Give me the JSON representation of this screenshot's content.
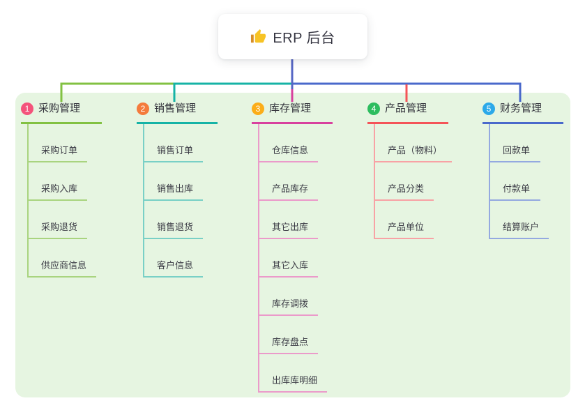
{
  "root": {
    "title": "ERP 后台",
    "icon": "thumbs-up-icon"
  },
  "canvas": {
    "background": "#ffffff",
    "panel_bg": "#e6f5e1"
  },
  "connectors": {
    "root_stem_color": "#5767c5"
  },
  "branches": [
    {
      "index": "1",
      "title": "采购管理",
      "badge_color": "#f4537b",
      "line_color": "#82c142",
      "child_line_color": "#a9d47f",
      "children": [
        "采购订单",
        "采购入库",
        "采购退货",
        "供应商信息"
      ]
    },
    {
      "index": "2",
      "title": "销售管理",
      "badge_color": "#f47b3c",
      "line_color": "#16b3a6",
      "child_line_color": "#79d0c6",
      "children": [
        "销售订单",
        "销售出库",
        "销售退货",
        "客户信息"
      ]
    },
    {
      "index": "3",
      "title": "库存管理",
      "badge_color": "#fbad19",
      "line_color": "#d8419e",
      "child_line_color": "#eb9aca",
      "children": [
        "仓库信息",
        "产品库存",
        "其它出库",
        "其它入库",
        "库存调拨",
        "库存盘点",
        "出库库明细"
      ]
    },
    {
      "index": "4",
      "title": "产品管理",
      "badge_color": "#2dbd5f",
      "line_color": "#f45458",
      "child_line_color": "#f8a2a5",
      "children": [
        "产品（物料）",
        "产品分类",
        "产品单位"
      ]
    },
    {
      "index": "5",
      "title": "财务管理",
      "badge_color": "#2ca9e9",
      "line_color": "#4a69cb",
      "child_line_color": "#94a9e0",
      "children": [
        "回款单",
        "付款单",
        "结算账户"
      ]
    }
  ]
}
